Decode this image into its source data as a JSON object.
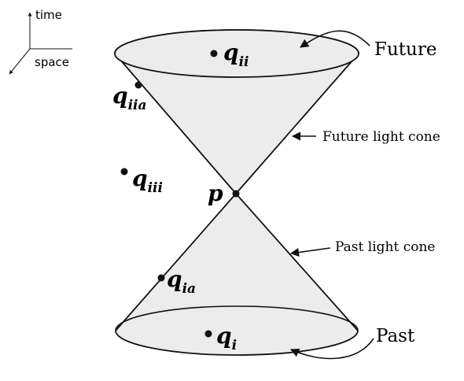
{
  "axes": {
    "time_label": "time",
    "space_label": "space"
  },
  "labels": {
    "future": "Future",
    "past": "Past",
    "future_light_cone": "Future light cone",
    "past_light_cone": "Past light cone"
  },
  "points": {
    "p": {
      "main": "p"
    },
    "q_ii": {
      "main": "q",
      "sub": "ii"
    },
    "q_iia": {
      "main": "q",
      "sub": "iia"
    },
    "q_iii": {
      "main": "q",
      "sub": "iii"
    },
    "q_ia": {
      "main": "q",
      "sub": "ia"
    },
    "q_i": {
      "main": "q",
      "sub": "i"
    }
  },
  "colors": {
    "cone_fill": "#ececec",
    "stroke": "#111111"
  }
}
